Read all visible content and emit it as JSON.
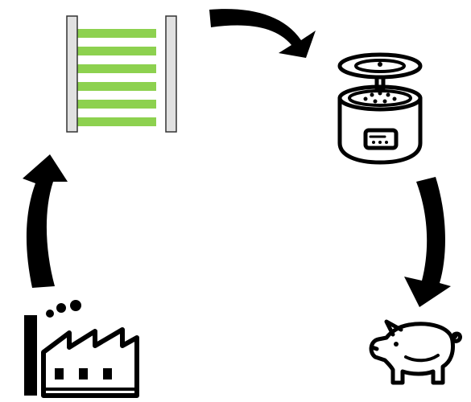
{
  "diagram": {
    "type": "cycle",
    "nodes": [
      {
        "id": "shelf",
        "icon": "rack-icon",
        "order": 1
      },
      {
        "id": "cooker",
        "icon": "cooker-icon",
        "order": 2
      },
      {
        "id": "pig",
        "icon": "pig-icon",
        "order": 3
      },
      {
        "id": "factory",
        "icon": "factory-icon",
        "order": 4
      }
    ],
    "edges": [
      {
        "from": "shelf",
        "to": "cooker"
      },
      {
        "from": "cooker",
        "to": "pig"
      },
      {
        "from": "factory",
        "to": "shelf"
      }
    ],
    "colors": {
      "arrow": "#000000",
      "shelf_rung": "#8DD14F",
      "shelf_post": "#E1E1E1",
      "icon_stroke": "#000000"
    }
  }
}
